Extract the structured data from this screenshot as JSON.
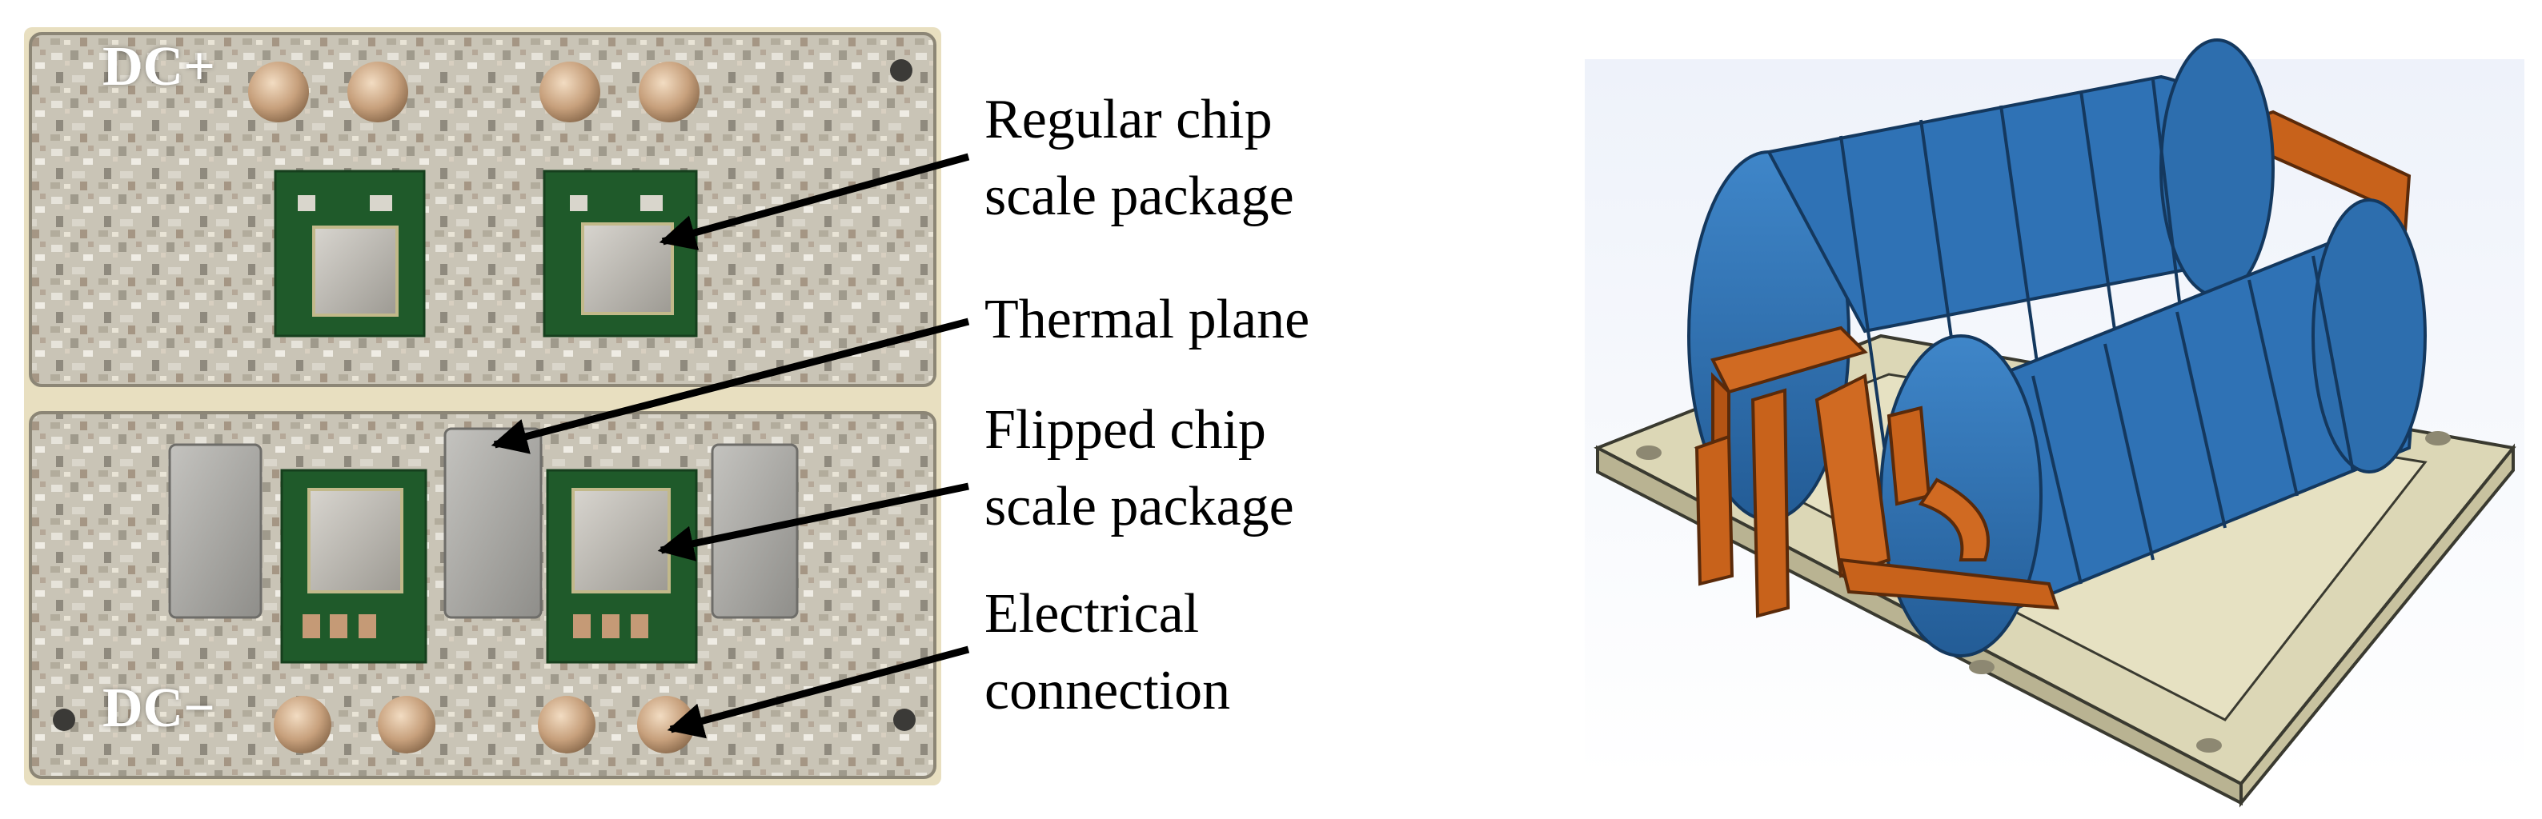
{
  "photo": {
    "board_top_label": "DC+",
    "board_bottom_label": "DC−"
  },
  "annotations": [
    {
      "line1": "Regular chip",
      "line2": "scale package"
    },
    {
      "line1": "Thermal plane",
      "line2": ""
    },
    {
      "line1": "Flipped chip",
      "line2": "scale package"
    },
    {
      "line1": "Electrical",
      "line2": "connection"
    }
  ],
  "colors": {
    "board_metal": "#c9c4b6",
    "board_substrate": "#e8dfc0",
    "pcb_green": "#1f5a2a",
    "die_silver": "#b8b5ae",
    "thermal_pad": "#a9a9a6",
    "pin": "#c7a07c",
    "core_blue": "#2f72b5",
    "copper": "#c8621b",
    "base_cream": "#dcd7b6",
    "render_bg_top": "#f2f5fb",
    "arrow": "#000000"
  }
}
